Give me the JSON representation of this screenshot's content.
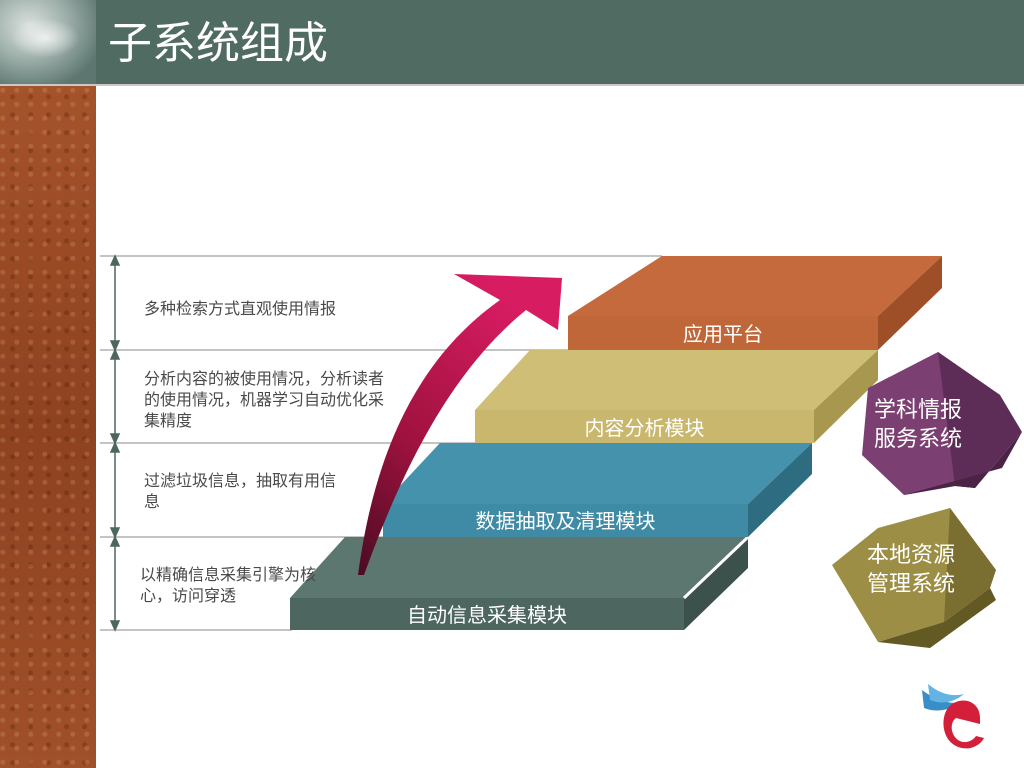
{
  "slide": {
    "title": "子系统组成"
  },
  "levels": [
    {
      "block_label": "应用平台",
      "description": "多种检索方式直观使用情报",
      "color": "#c0673a"
    },
    {
      "block_label": "内容分析模块",
      "description": "分析内容的被使用情况，分析读者的使用情况，机器学习自动优化采集精度",
      "color": "#c9b76e"
    },
    {
      "block_label": "数据抽取及清理模块",
      "description": "过滤垃圾信息，抽取有用信息",
      "color": "#3f8aa4"
    },
    {
      "block_label": "自动信息采集模块",
      "description": "以精确信息采集引擎为核心，访问穿透",
      "color": "#4d6660"
    }
  ],
  "side_boxes": [
    {
      "label_line1": "学科情报",
      "label_line2": "服务系统",
      "color": "#7b3f72"
    },
    {
      "label_line1": "本地资源",
      "label_line2": "管理系统",
      "color": "#8a7e3c"
    }
  ],
  "colors": {
    "title_bar": "#4f6b62",
    "left_strip": "#9a4a24",
    "arrow": "#c0154f"
  }
}
